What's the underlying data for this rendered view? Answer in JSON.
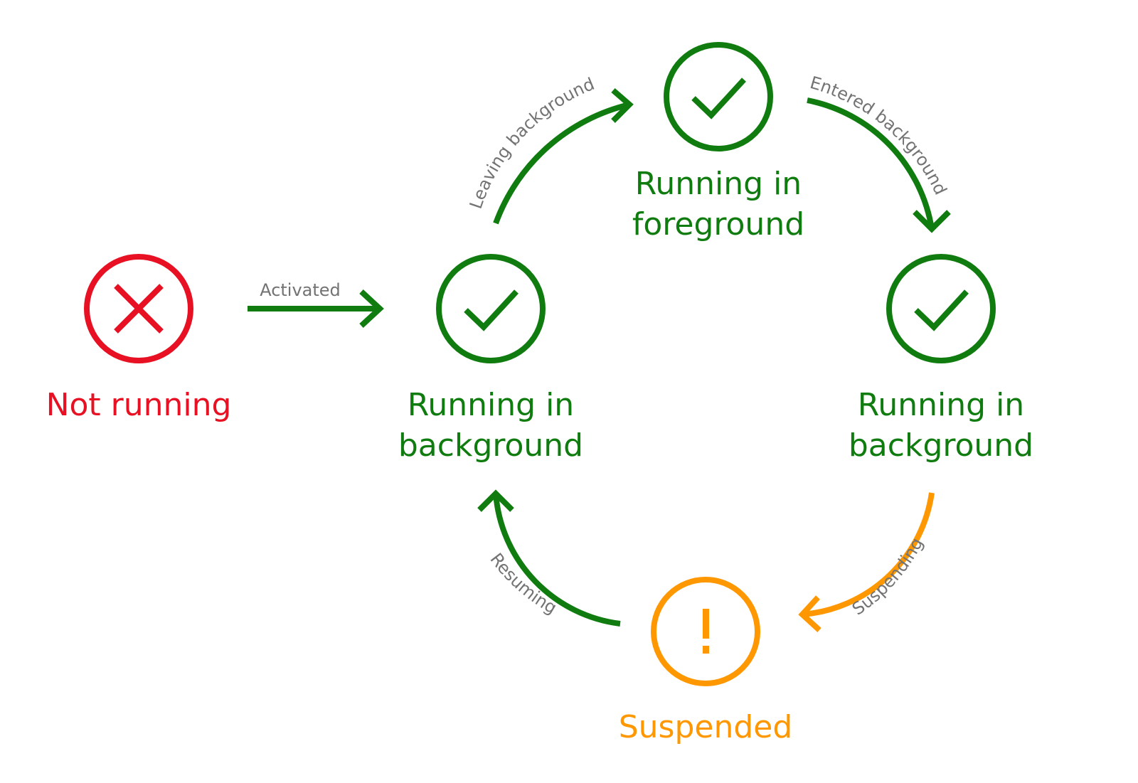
{
  "colors": {
    "running": "#107c10",
    "not_running": "#e81123",
    "suspended": "#ff9800",
    "transition_label": "#737373"
  },
  "states": {
    "not_running": {
      "label": "Not running",
      "icon": "x-icon",
      "color": "#e81123"
    },
    "background_left": {
      "label_line1": "Running in",
      "label_line2": "background",
      "icon": "check-icon",
      "color": "#107c10"
    },
    "foreground": {
      "label_line1": "Running in",
      "label_line2": "foreground",
      "icon": "check-icon",
      "color": "#107c10"
    },
    "background_right": {
      "label_line1": "Running in",
      "label_line2": "background",
      "icon": "check-icon",
      "color": "#107c10"
    },
    "suspended": {
      "label": "Suspended",
      "icon": "exclamation-icon",
      "color": "#ff9800"
    }
  },
  "transitions": {
    "activated": "Activated",
    "leaving_background": "Leaving background",
    "entered_background": "Entered background",
    "suspending": "Suspending",
    "resuming": "Resuming"
  }
}
